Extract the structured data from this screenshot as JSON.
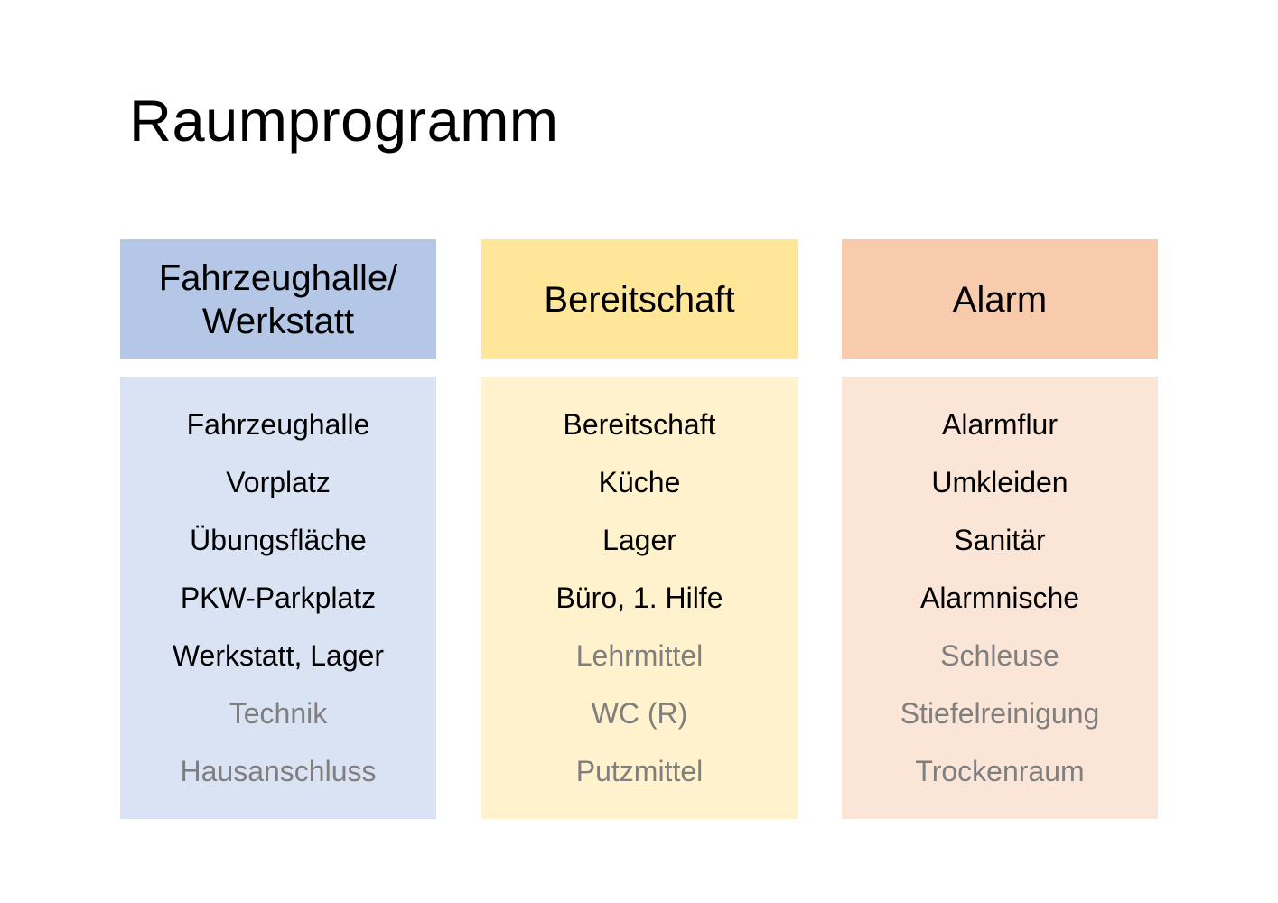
{
  "slide": {
    "title": "Raumprogramm",
    "colors": {
      "background": "#ffffff",
      "text_primary": "#000000",
      "text_muted": "#7f7f7f",
      "col1_header_bg": "#b4c7e7",
      "col1_body_bg": "#dae3f3",
      "col2_header_bg": "#ffe699",
      "col2_body_bg": "#fff2cc",
      "col3_header_bg": "#f8cbad",
      "col3_body_bg": "#fbe5d6"
    },
    "columns": [
      {
        "id": "fahrzeughalle-werkstatt",
        "header": "Fahrzeughalle/\nWerkstatt",
        "items": [
          {
            "label": "Fahrzeughalle",
            "muted": false
          },
          {
            "label": "Vorplatz",
            "muted": false
          },
          {
            "label": "Übungsfläche",
            "muted": false
          },
          {
            "label": "PKW-Parkplatz",
            "muted": false
          },
          {
            "label": "Werkstatt, Lager",
            "muted": false
          },
          {
            "label": "Technik",
            "muted": true
          },
          {
            "label": "Hausanschluss",
            "muted": true
          }
        ]
      },
      {
        "id": "bereitschaft",
        "header": "Bereitschaft",
        "items": [
          {
            "label": "Bereitschaft",
            "muted": false
          },
          {
            "label": "Küche",
            "muted": false
          },
          {
            "label": "Lager",
            "muted": false
          },
          {
            "label": "Büro, 1. Hilfe",
            "muted": false
          },
          {
            "label": "Lehrmittel",
            "muted": true
          },
          {
            "label": "WC (R)",
            "muted": true
          },
          {
            "label": "Putzmittel",
            "muted": true
          }
        ]
      },
      {
        "id": "alarm",
        "header": "Alarm",
        "items": [
          {
            "label": "Alarmflur",
            "muted": false
          },
          {
            "label": "Umkleiden",
            "muted": false
          },
          {
            "label": "Sanitär",
            "muted": false
          },
          {
            "label": "Alarmnische",
            "muted": false
          },
          {
            "label": "Schleuse",
            "muted": true
          },
          {
            "label": "Stiefelreinigung",
            "muted": true
          },
          {
            "label": "Trockenraum",
            "muted": true
          }
        ]
      }
    ]
  }
}
